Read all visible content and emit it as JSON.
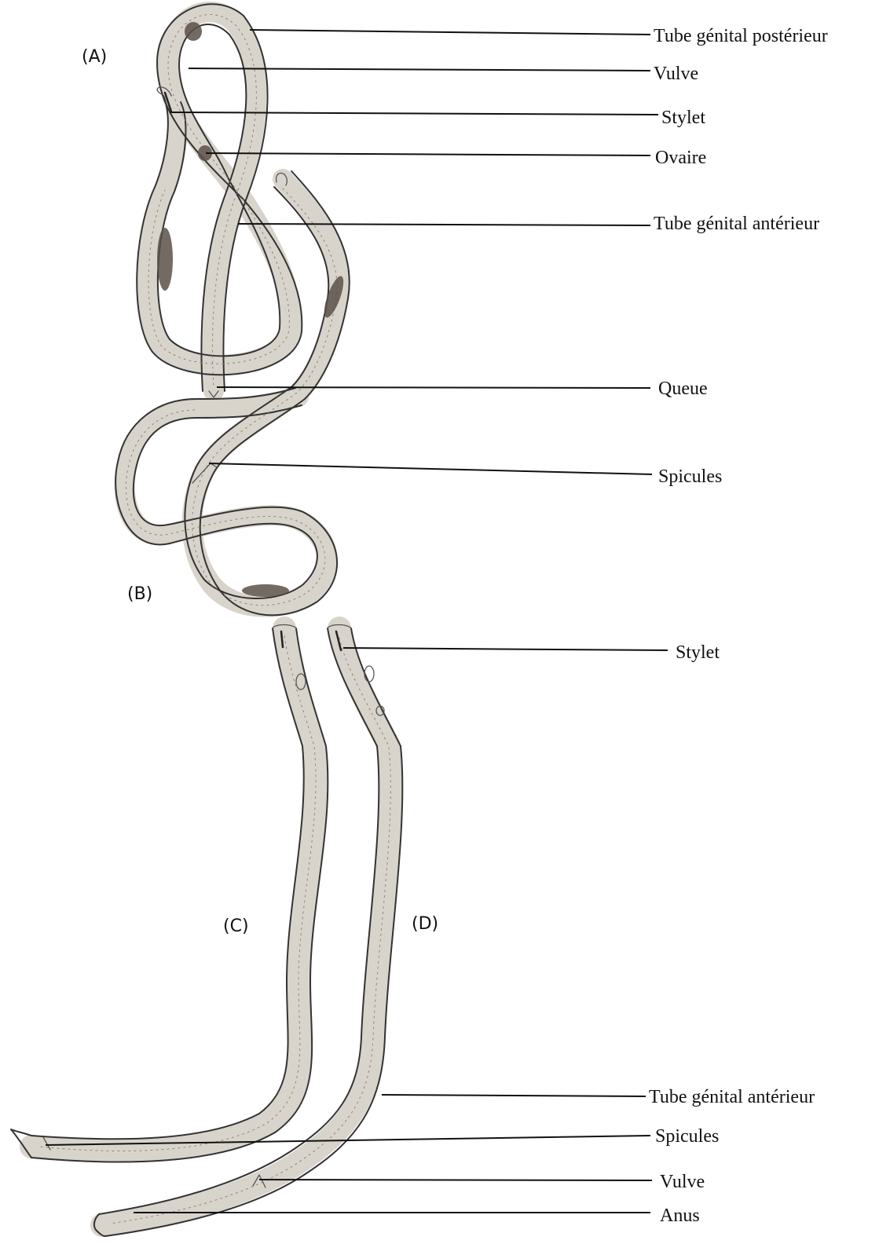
{
  "panels": {
    "a": "(A)",
    "b": "(B)",
    "c": "(C)",
    "d": "(D)"
  },
  "labels_upper": [
    "Tube génital postérieur",
    "Vulve",
    "Stylet",
    "Ovaire",
    "Tube génital antérieur",
    "Queue",
    "Spicules"
  ],
  "labels_lower": [
    "Stylet",
    "Tube génital antérieur",
    "Spicules",
    "Vulve",
    "Anus"
  ]
}
